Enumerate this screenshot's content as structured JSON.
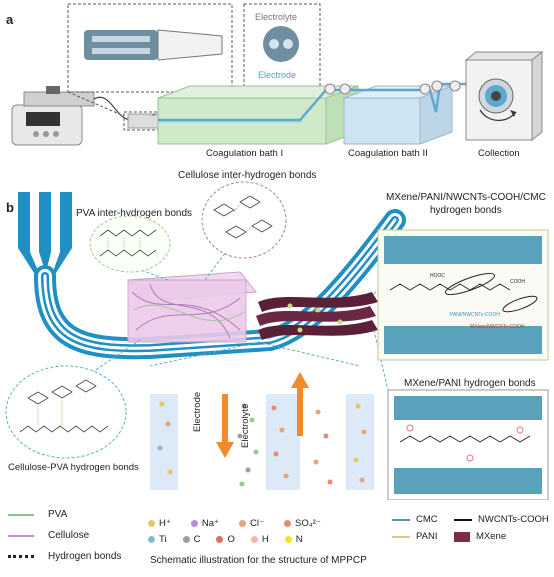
{
  "panel_a": {
    "letter": "a",
    "callout_labels": {
      "electrolyte": "Electrolyte",
      "electrode": "Electrode"
    },
    "bath1": "Coagulation bath I",
    "bath2": "Coagulation bath II",
    "collection": "Collection"
  },
  "panel_b": {
    "letter": "b",
    "cellulose_title": "Cellulose inter-hydrogen bonds",
    "pva_title": "PVA inter-hydrogen bonds",
    "mxene_title_1": "MXene/PANI/NWCNTs-COOH/CMC",
    "mxene_title_2": "hydrogen bonds",
    "mxene_pani_title": "MXene/PANI hydrogen bonds",
    "cellulose_pva": "Cellulose-PVA hydrogen bonds",
    "electrode_label": "Electrode",
    "electrolyte_label": "Electrolyte",
    "caption": "Schematic illustration for the structure of MPPCP",
    "molecule_labels": {
      "hooc": "HOOC",
      "cooh": "COOH",
      "pani_nwcnts": "PANI/NWCNTs-COOH",
      "mxene_nwcnts": "MXene/NWCNTs-COOH"
    }
  },
  "legend_left": [
    {
      "label": "PVA",
      "color": "#8fbf8f"
    },
    {
      "label": "Cellulose",
      "color": "#c98bd2"
    },
    {
      "label": "Hydrogen bonds",
      "color": "#222222"
    }
  ],
  "legend_ions": {
    "row1": [
      {
        "label": "H⁺",
        "color": "#e7c56a"
      },
      {
        "label": "Na⁺",
        "color": "#b98ed6"
      },
      {
        "label": "Cl⁻",
        "color": "#e2a77a"
      },
      {
        "label": "SO₄²⁻",
        "color": "#e88a7a"
      }
    ],
    "row2": [
      {
        "label": "Ti",
        "color": "#7fbfc9"
      },
      {
        "label": "C",
        "color": "#9aa09a"
      },
      {
        "label": "O",
        "color": "#d9745f"
      },
      {
        "label": "H",
        "color": "#f2b7b0"
      },
      {
        "label": "N",
        "color": "#f5e025"
      }
    ]
  },
  "legend_right": [
    {
      "label": "CMC",
      "color": "#5b8fa8"
    },
    {
      "label": "NWCNTs-COOH",
      "color": "#111111"
    },
    {
      "label": "PANI",
      "color": "#d9c98a"
    },
    {
      "label": "MXene",
      "color": "#7a2c4a"
    }
  ]
}
